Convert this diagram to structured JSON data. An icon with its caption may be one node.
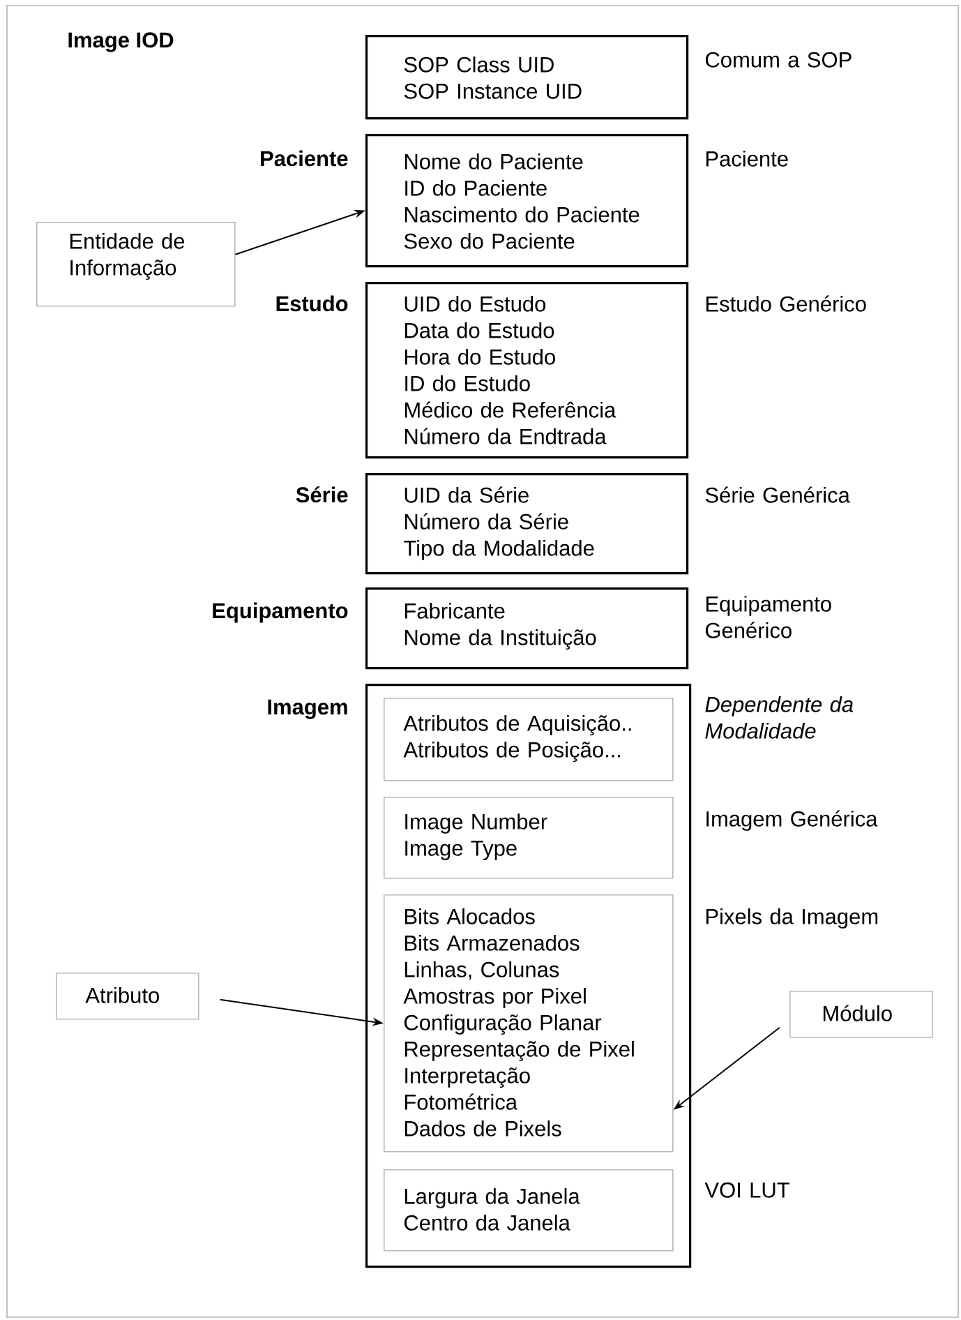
{
  "diagram": {
    "title": "Image IOD",
    "nodes": [
      {
        "text": [
          "SOP Class UID",
          "SOP Instance UID"
        ],
        "beside": [
          "Comum a SOP"
        ]
      },
      {
        "text": [
          "Paciente",
          "Nome do Paciente",
          "ID do Paciente",
          "Nascimento do Paciente",
          "Sexo do Paciente"
        ],
        "beside": [
          "Paciente"
        ]
      },
      {
        "text": [
          "Estudo",
          "UID do Estudo",
          "Data do Estudo",
          "Hora do Estudo",
          "ID do Estudo",
          "Médico de Referência",
          "Número da Endtrada"
        ],
        "beside": [
          "Estudo Genérico"
        ]
      },
      {
        "text": [
          "Série",
          "UID da Série",
          "Número da Série",
          "Tipo da Modalidade"
        ],
        "beside": [
          "Série Genérica"
        ]
      },
      {
        "text": [
          "Equipamento",
          "Fabricante",
          "Nome da Instituição"
        ],
        "beside": [
          "Equipamento Genérico"
        ]
      },
      {
        "text": [
          "Imagem"
        ]
      },
      {
        "text": [
          "Atributos de Aquisição..",
          "Atributos de Posição..."
        ],
        "in": 5,
        "beside": [
          "Dependente da Modalidade"
        ]
      },
      {
        "text": [
          "Image Number",
          "Image Type"
        ],
        "in": 5,
        "beside": [
          "Imagem Genérica"
        ]
      },
      {
        "text": [
          "Bits Alocados",
          "Bits Armazenados",
          "Linhas, Colunas",
          "Amostras por Pixel",
          "Configuração Planar",
          "Representação de Pixel",
          "Interpretação Fotométrica",
          "Dados de Pixels"
        ],
        "in": 5,
        "beside": [
          "Pixels da Imagem"
        ]
      },
      {
        "text": [
          "Largura da Janela",
          "Centro da Janela"
        ],
        "in": 5,
        "beside": [
          "VOI LUT"
        ]
      },
      {
        "text": [
          "Entidade de Informação"
        ]
      },
      {
        "text": [
          "Atributo"
        ]
      },
      {
        "text": [
          "Módulo"
        ]
      }
    ],
    "edges": [
      {
        "from": 10,
        "to": 1,
        "arrow": "to"
      },
      {
        "from": 11,
        "to": 8,
        "arrow": "to"
      },
      {
        "from": 12,
        "to": 8,
        "arrow": "to"
      }
    ]
  }
}
